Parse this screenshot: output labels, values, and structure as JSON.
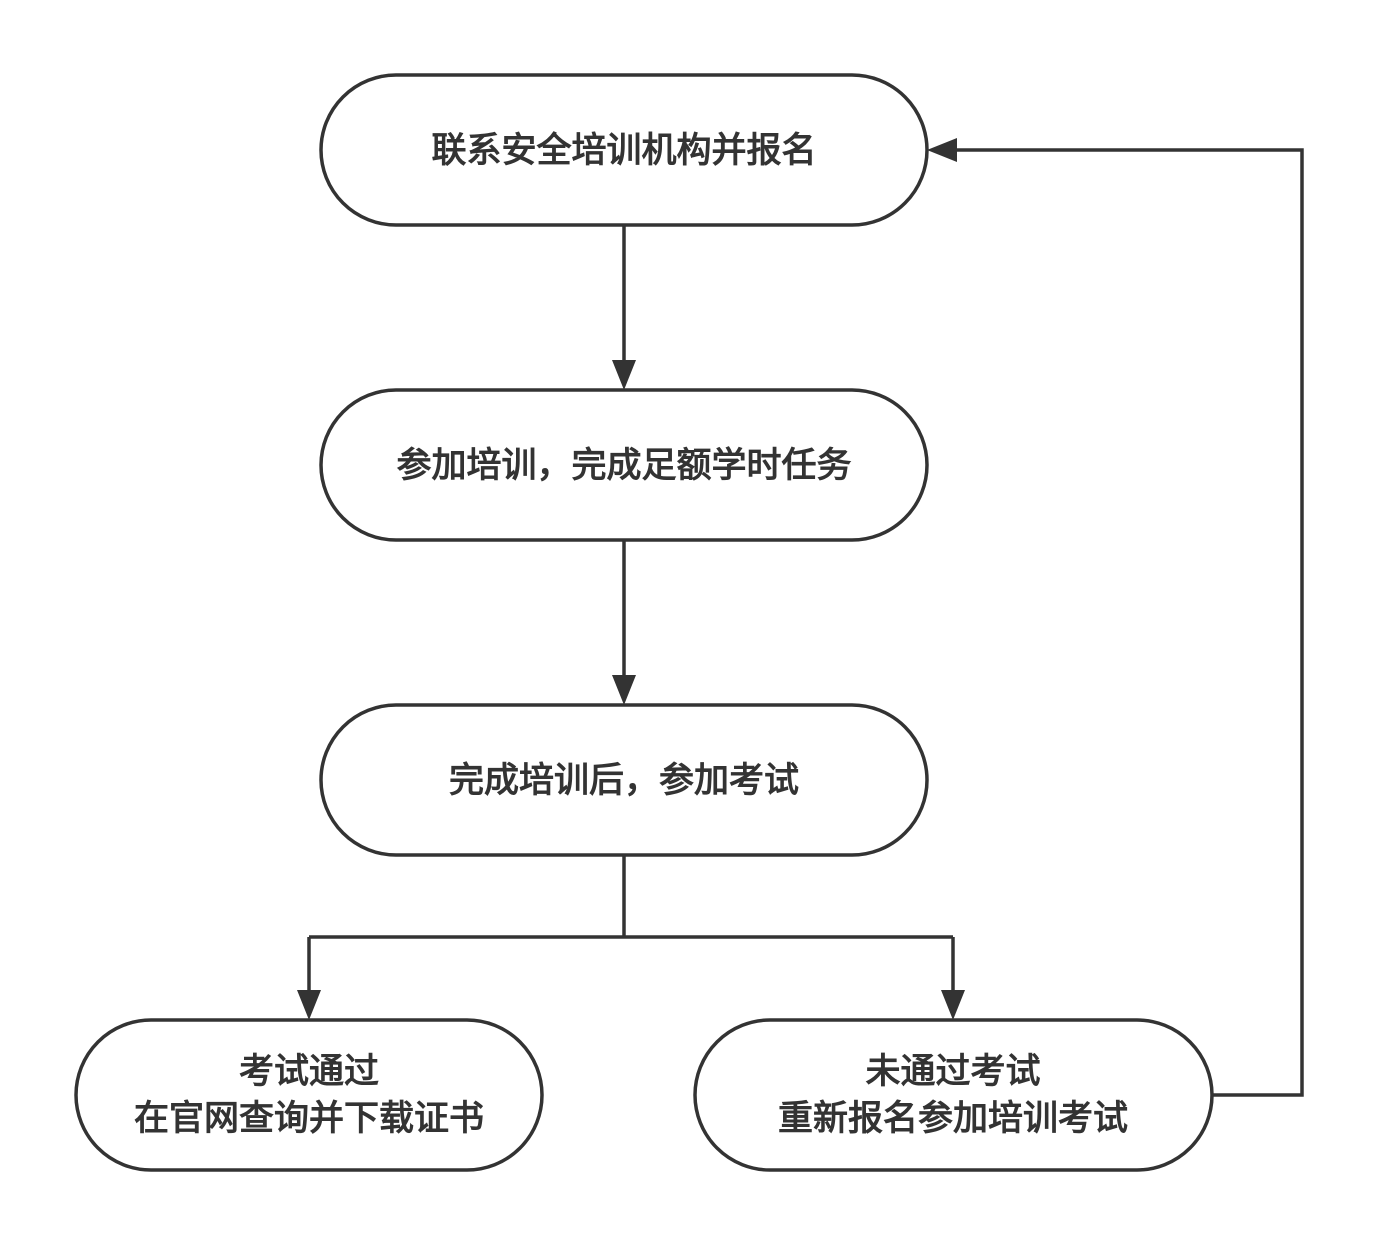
{
  "colors": {
    "stroke": "#333333",
    "text": "#333333",
    "fill": "#ffffff"
  },
  "nodes": {
    "register": {
      "line1": "联系安全培训机构并报名"
    },
    "train": {
      "line1": "参加培训，完成足额学时任务"
    },
    "exam": {
      "line1": "完成培训后，参加考试"
    },
    "pass": {
      "line1": "考试通过",
      "line2": "在官网查询并下载证书"
    },
    "fail": {
      "line1": "未通过考试",
      "line2": "重新报名参加培训考试"
    }
  }
}
